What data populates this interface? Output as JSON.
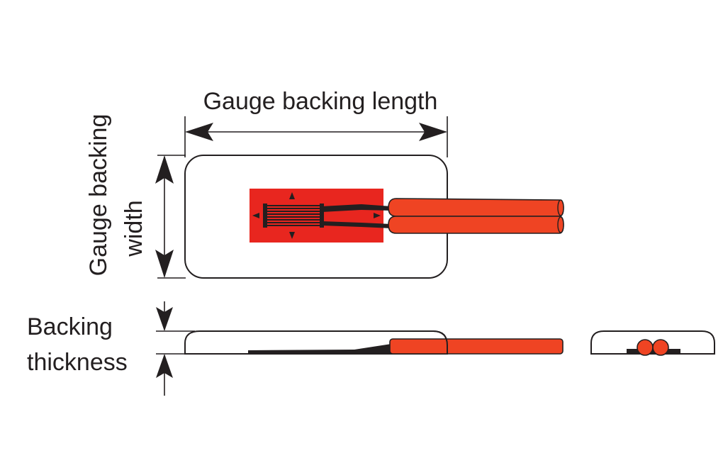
{
  "labels": {
    "backing_length": "Gauge backing length",
    "backing_width_line1": "Gauge backing",
    "backing_width_line2": "width",
    "backing_thickness_line1": "Backing",
    "backing_thickness_line2": "thickness"
  },
  "colors": {
    "line": "#231f20",
    "grid_pad": "#e8261f",
    "lead_wire": "#ef4423",
    "background": "#ffffff"
  }
}
